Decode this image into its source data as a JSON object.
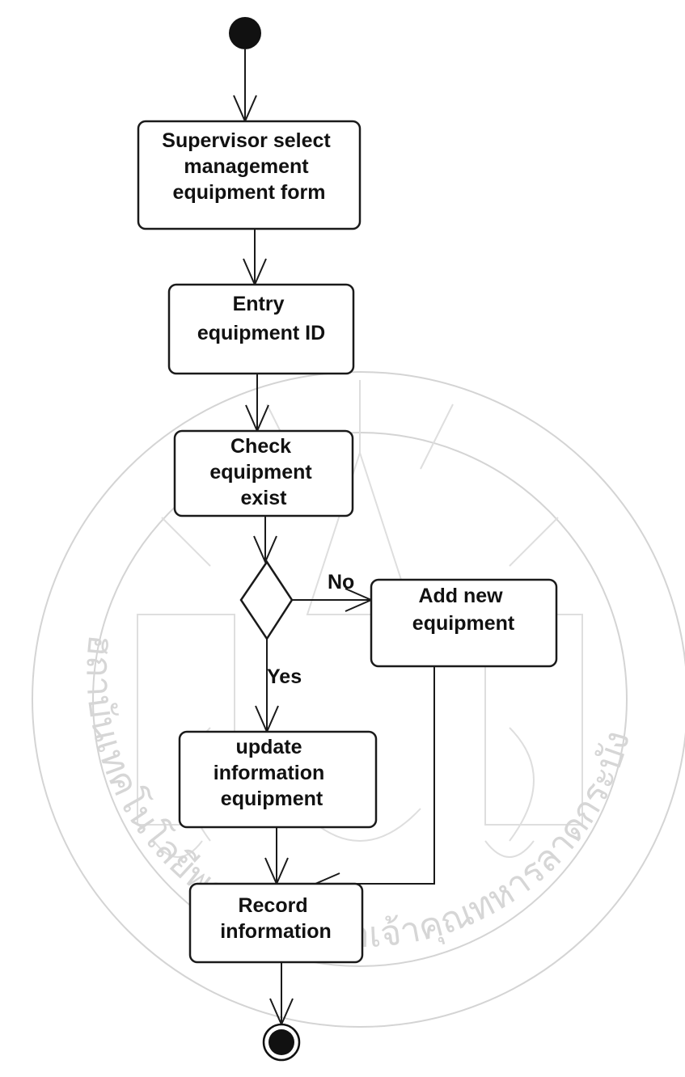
{
  "diagram": {
    "nodes": [
      {
        "id": "select_form",
        "lines": [
          "Supervisor select",
          "management",
          "equipment form"
        ]
      },
      {
        "id": "entry_id",
        "lines": [
          "Entry",
          "equipment ID"
        ]
      },
      {
        "id": "check_exist",
        "lines": [
          "Check",
          "equipment",
          "exist"
        ]
      },
      {
        "id": "add_new",
        "lines": [
          "Add new",
          "equipment"
        ]
      },
      {
        "id": "update_info",
        "lines": [
          "update",
          "information",
          "equipment"
        ]
      },
      {
        "id": "record_info",
        "lines": [
          "Record",
          "information"
        ]
      }
    ],
    "guards": {
      "no": "No",
      "yes": "Yes"
    },
    "watermark": {
      "text": "ฮถาบันเทคโนโลยีพระจอมเกล้าเจ้าคุณทหารลาดกระบัง"
    }
  }
}
